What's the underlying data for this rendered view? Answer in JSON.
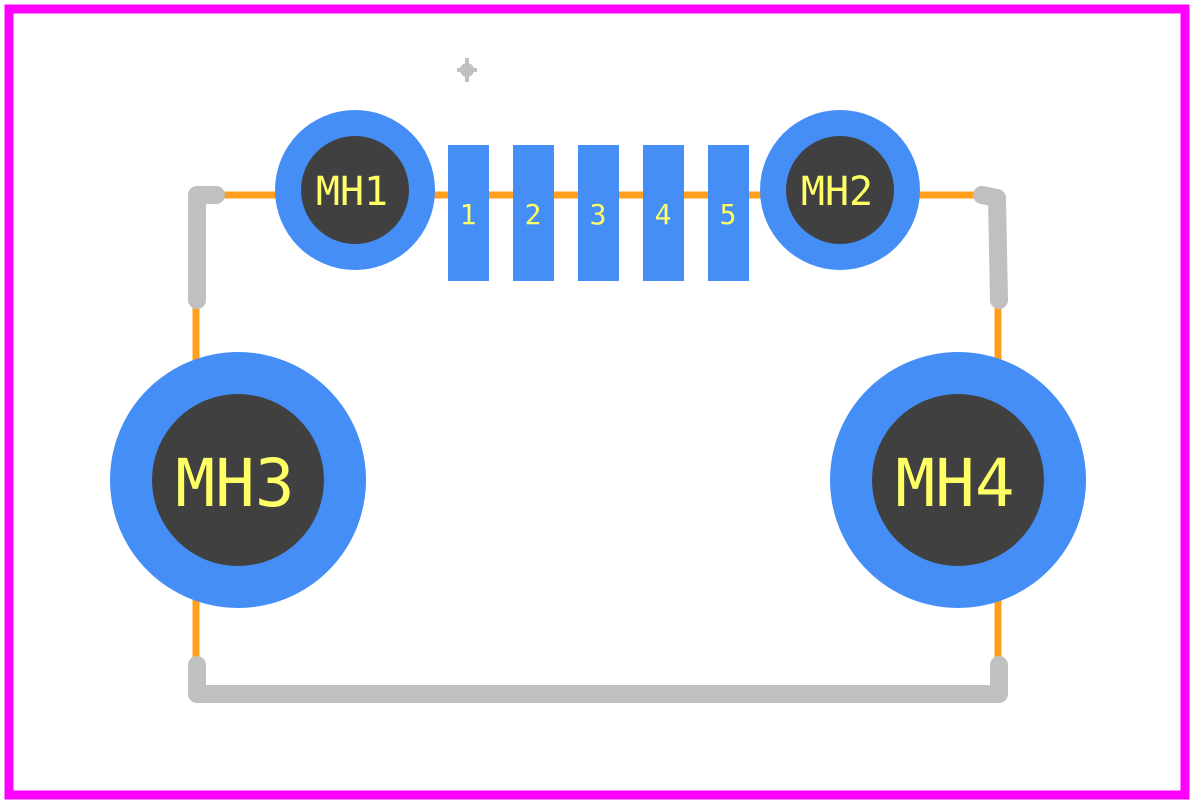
{
  "footprint": {
    "pads": [
      {
        "label": "1"
      },
      {
        "label": "2"
      },
      {
        "label": "3"
      },
      {
        "label": "4"
      },
      {
        "label": "5"
      }
    ],
    "mounting_holes": [
      {
        "label": "MH1"
      },
      {
        "label": "MH2"
      },
      {
        "label": "MH3"
      },
      {
        "label": "MH4"
      }
    ]
  },
  "colors": {
    "board_outline": "#ff00ff",
    "courtyard": "#ff9f1c",
    "silkscreen": "#c0c0c0",
    "copper": "#448ef6",
    "drill": "#404040",
    "label": "#ffff66"
  }
}
